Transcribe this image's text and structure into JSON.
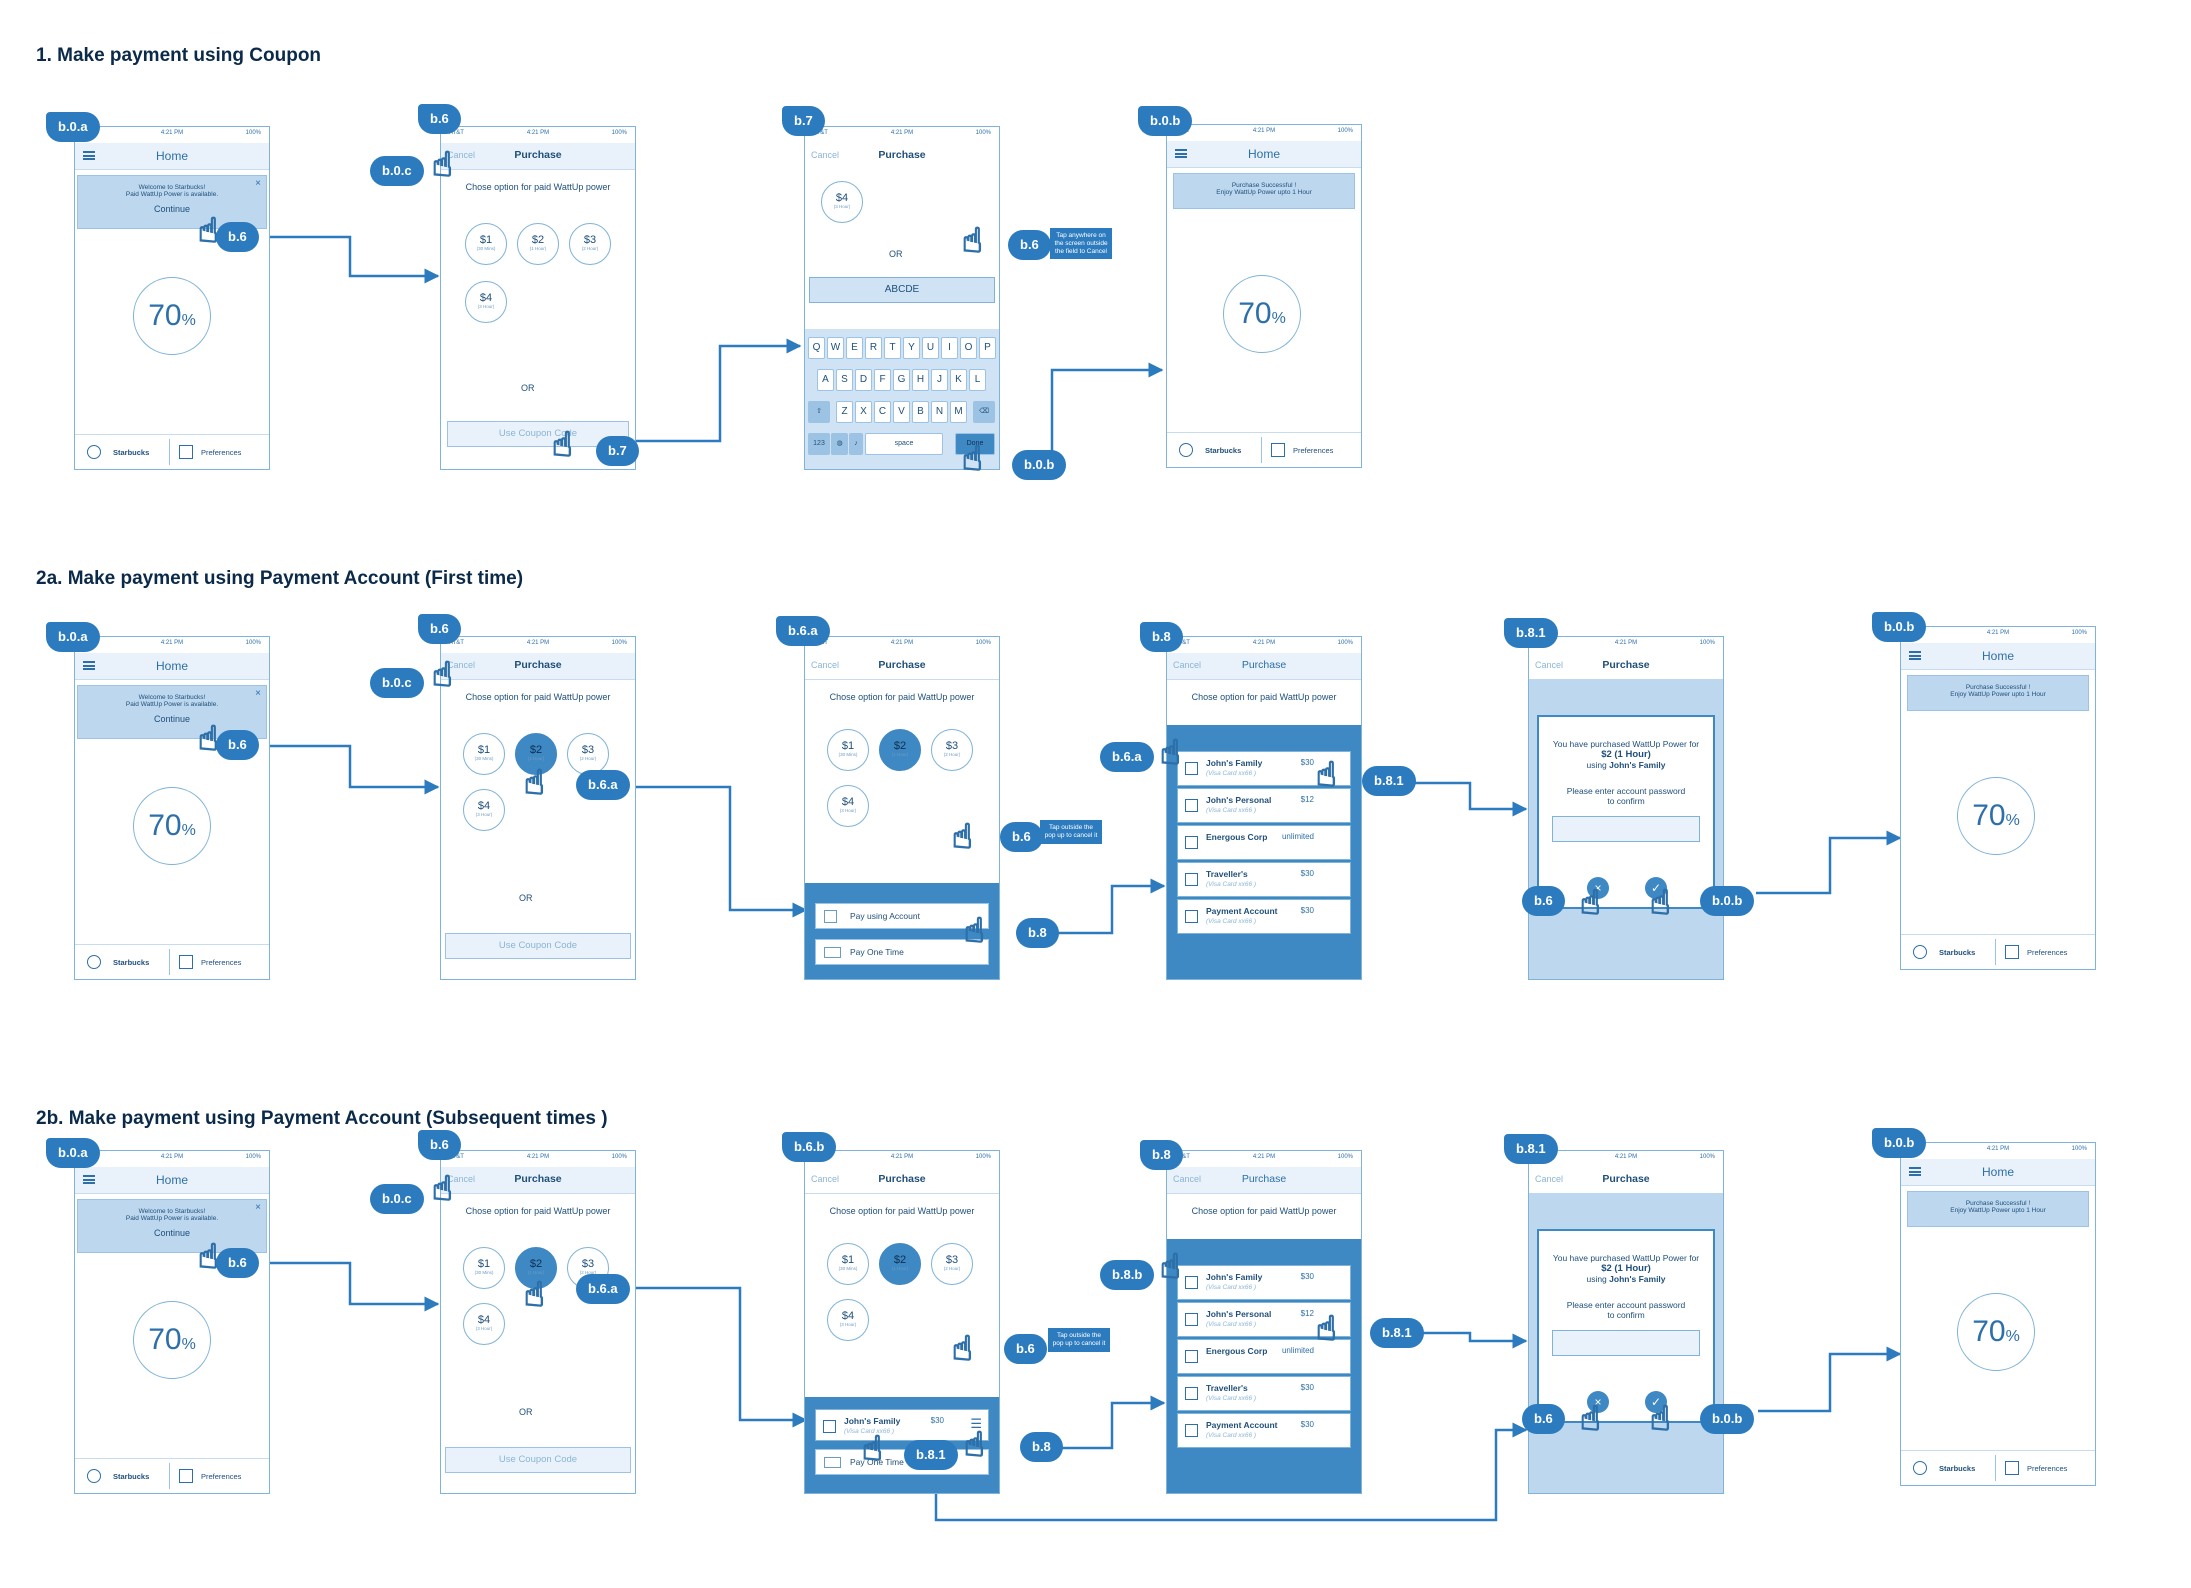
{
  "rows": {
    "r1": "1.  Make payment  using Coupon",
    "r2": "2a.  Make payment  using Payment Account (First time)",
    "r3": "2b.  Make payment  using Payment Account (Subsequent times )"
  },
  "status": {
    "carrier": "AT&T",
    "time": "4:21 PM",
    "battery": "100%"
  },
  "home": {
    "title": "Home",
    "welcome_line1": "Welcome to Starbucks!",
    "welcome_line2": "Paid WattUp Power is available.",
    "continue": "Continue",
    "close": "×",
    "percent": "70",
    "unit": "%",
    "success_line1": "Purchase Successful !",
    "success_line2": "Enjoy WattUp Power upto 1 Hour"
  },
  "tabs": {
    "tab1": "Starbucks",
    "tab2": "Preferences"
  },
  "purchase": {
    "cancel": "Cancel",
    "title": "Purchase",
    "choose": "Chose option for paid WattUp power",
    "or": "OR",
    "coupon_btn": "Use Coupon Code",
    "code_value": "ABCDE",
    "options": [
      {
        "value": "$1",
        "sub": "(30 Mins)"
      },
      {
        "value": "$2",
        "sub": "(1 Hour)"
      },
      {
        "value": "$3",
        "sub": "(2 Hour)"
      },
      {
        "value": "$4",
        "sub": "(3 Hour)"
      }
    ]
  },
  "keyboard": {
    "row1": [
      "Q",
      "W",
      "E",
      "R",
      "T",
      "Y",
      "U",
      "I",
      "O",
      "P"
    ],
    "row2": [
      "A",
      "S",
      "D",
      "F",
      "G",
      "H",
      "J",
      "K",
      "L"
    ],
    "row3": [
      "Z",
      "X",
      "C",
      "V",
      "B",
      "N",
      "M"
    ],
    "num": "123",
    "space": "space",
    "done": "Done"
  },
  "popup": {
    "pay_account": "Pay using Account",
    "pay_once": "Pay One Time"
  },
  "accounts": [
    {
      "name": "John's Family",
      "sub": "(Visa Card xx66 )",
      "amount": "$30"
    },
    {
      "name": "John's Personal",
      "sub": "(Visa Card xx66 )",
      "amount": "$12"
    },
    {
      "name": "Energous Corp",
      "sub": "",
      "amount": "unlimited"
    },
    {
      "name": "Traveller's",
      "sub": "(Visa Card xx66 )",
      "amount": "$30"
    },
    {
      "name": "Payment Account",
      "sub": "(Visa Card xx66 )",
      "amount": "$30"
    }
  ],
  "confirm": {
    "line1": "You have purchased WattUp Power for",
    "line2": "$2 (1 Hour)",
    "line3_pre": "using",
    "line3_name": "John's Family",
    "line4": "Please enter account password",
    "line5": "to confirm",
    "cancel_icon": "×",
    "ok_icon": "✓"
  },
  "notes": {
    "tap_anywhere": "Tap anywhere on the screen outside the field to Cancel",
    "tap_outside": "Tap outside the pop up to cancel it"
  },
  "badges": {
    "b0a": "b.0.a",
    "b0b": "b.0.b",
    "b0c": "b.0.c",
    "b6": "b.6",
    "b6a": "b.6.a",
    "b6b": "b.6.b",
    "b7": "b.7",
    "b8": "b.8",
    "b81": "b.8.1",
    "b8b": "b.8.b"
  },
  "colors": {
    "accent": "#2d7bbf",
    "wire": "#7fb3d8",
    "panel": "#3e88c4",
    "title": "#0b2a4a"
  }
}
